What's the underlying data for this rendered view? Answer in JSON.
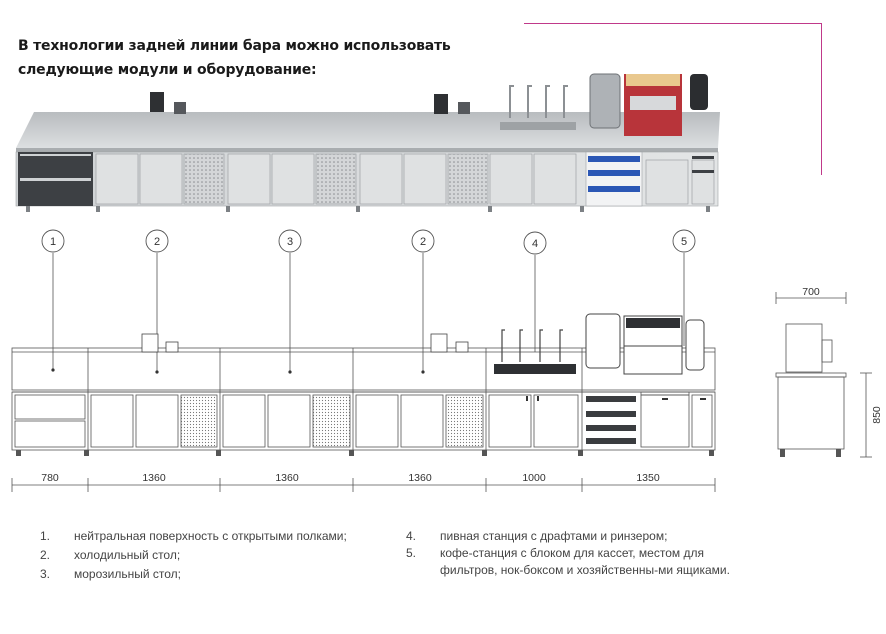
{
  "heading": {
    "line1": "В технологии задней линии бара можно использовать",
    "line2": "следующие модули и оборудование:"
  },
  "colors": {
    "accent": "#c0398a",
    "steel": "#c9ccce",
    "shelf_blue": "#2b57b5"
  },
  "callouts": [
    "1",
    "2",
    "3",
    "2",
    "4",
    "5"
  ],
  "dimensions": {
    "widths": [
      "780",
      "1360",
      "1360",
      "1360",
      "1000",
      "1350"
    ],
    "side_depth": "700",
    "side_height": "850"
  },
  "legend": {
    "left": [
      {
        "num": "1.",
        "text": "нейтральная поверхность с открытыми полками;"
      },
      {
        "num": "2.",
        "text": "холодильный стол;"
      },
      {
        "num": "3.",
        "text": "морозильный стол;"
      }
    ],
    "right": [
      {
        "num": "4.",
        "text": "пивная станция с драфтами и ринзером;"
      },
      {
        "num": "5.",
        "text": "кофе-станция с блоком для кассет, местом для фильтров, нок-боксом и хозяйственны-ми ящиками."
      }
    ]
  }
}
